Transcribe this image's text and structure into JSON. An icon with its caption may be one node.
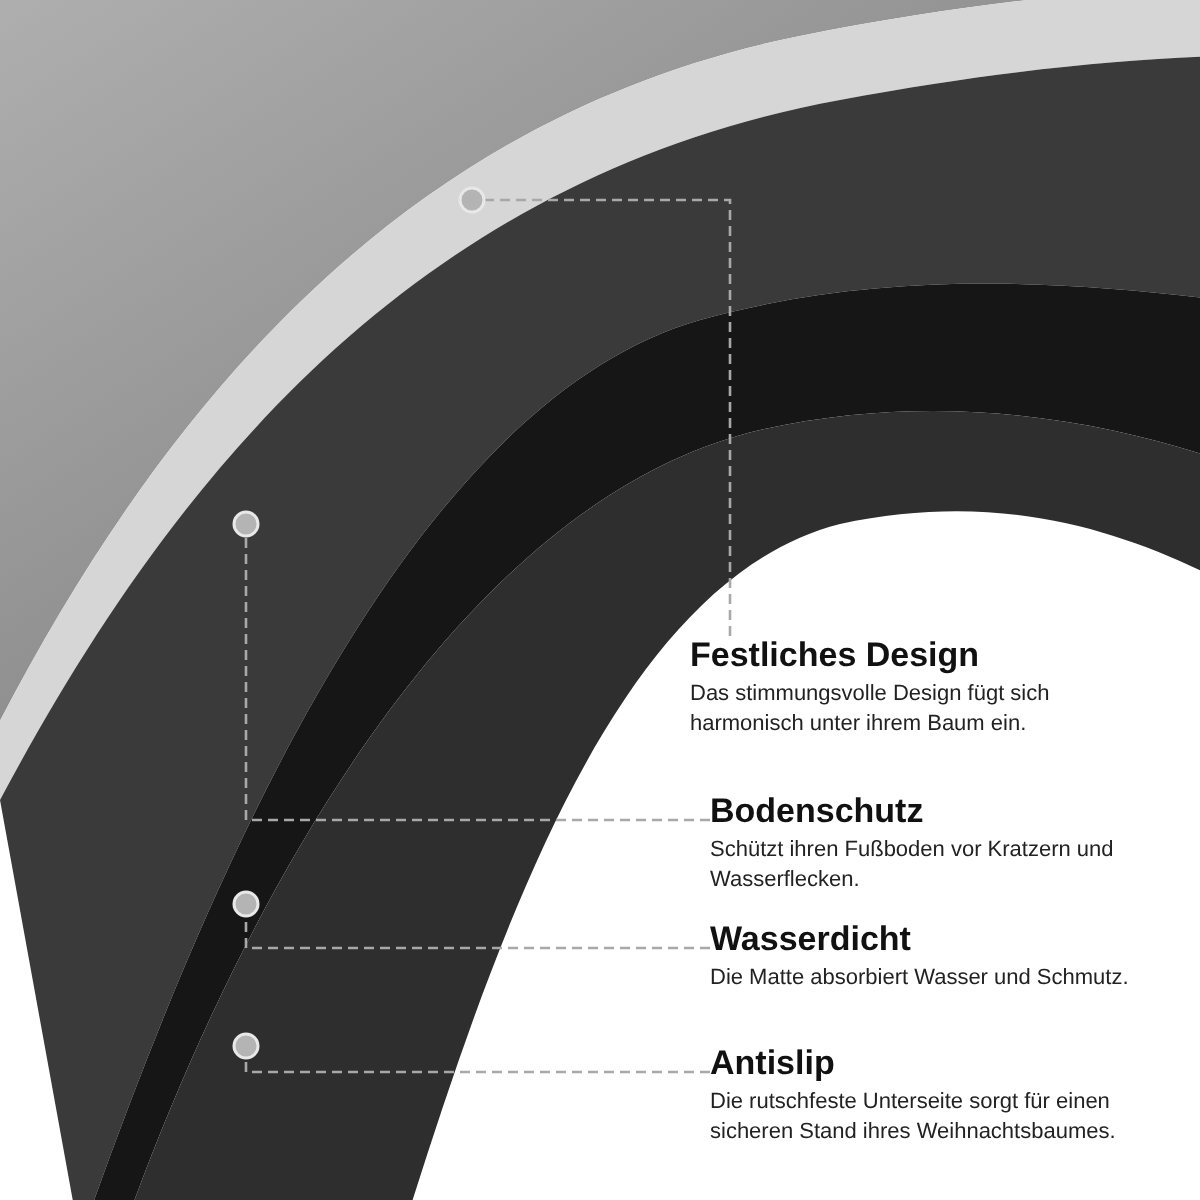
{
  "diagram": {
    "nodes": [
      {
        "text": [
          "Festliches Design",
          "Das stimmungsvolle Design fügt sich harmonisch unter ihrem Baum ein."
        ]
      },
      {
        "text": [
          "Bodenschutz",
          "Schützt ihren Fußboden vor Kratzern und Wasserflecken."
        ]
      },
      {
        "text": [
          "Wasserdicht",
          "Die Matte absorbiert Wasser und Schmutz."
        ]
      },
      {
        "text": [
          "Antislip",
          "Die rutschfeste Unterseite sorgt für einen sicheren Stand ihres Weihnachtsbaumes."
        ]
      },
      {
        "text": [],
        "shape": "band"
      },
      {
        "text": [],
        "shape": "band"
      },
      {
        "text": [],
        "shape": "band"
      },
      {
        "text": [],
        "shape": "band"
      }
    ],
    "edges": [
      {
        "from": 0,
        "to": 4,
        "arrow": "other",
        "style": "dashed"
      },
      {
        "from": 1,
        "to": 5,
        "arrow": "other",
        "style": "dashed"
      },
      {
        "from": 2,
        "to": 6,
        "arrow": "other",
        "style": "dashed"
      },
      {
        "from": 3,
        "to": 7,
        "arrow": "other",
        "style": "dashed"
      }
    ]
  }
}
